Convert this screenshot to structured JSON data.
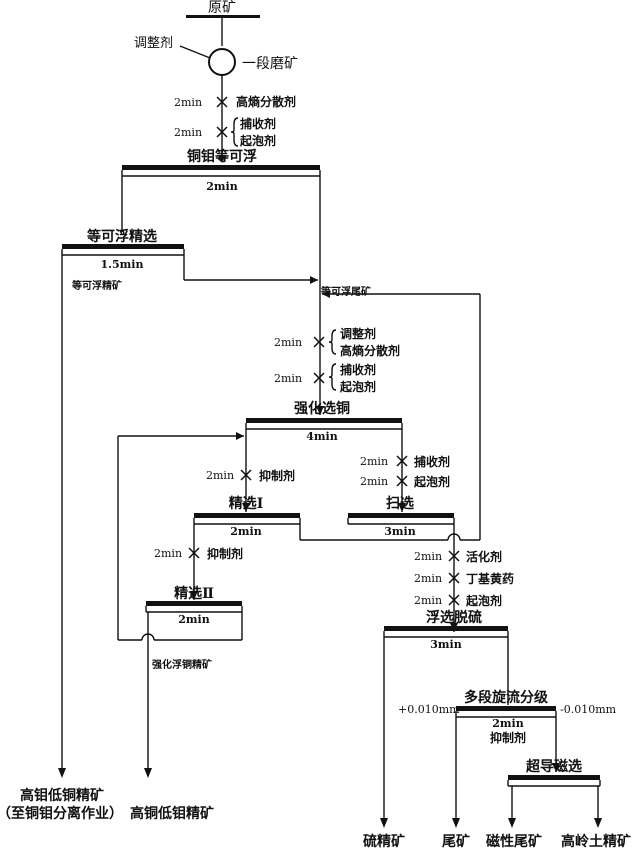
{
  "diagram": {
    "raw_ore": "原矿",
    "regulator": "调整剂",
    "grinding": "一段磨矿",
    "reagents_stage1": {
      "t1": "2min",
      "r1": "高熵分散剂",
      "t2": "2min",
      "r2": "捕收剂",
      "r3": "起泡剂"
    },
    "bulk_float": {
      "name": "铜钼等可浮",
      "time": "2min"
    },
    "bulk_clean": {
      "name": "等可浮精选",
      "time": "1.5min"
    },
    "bulk_conc": "等可浮精矿",
    "bulk_tail": "等可浮尾矿",
    "reagents_stage2": {
      "t1": "2min",
      "r1": "调整剂",
      "r2": "高熵分散剂",
      "t2": "2min",
      "r3": "捕收剂",
      "r4": "起泡剂"
    },
    "cu_rougher": {
      "name": "强化选铜",
      "time": "4min"
    },
    "cleaner1_reagent": {
      "t": "2min",
      "r": "抑制剂"
    },
    "scav_reagents": {
      "t1": "2min",
      "r1": "捕收剂",
      "t2": "2min",
      "r2": "起泡剂"
    },
    "cleaner1": {
      "name": "精选Ⅰ",
      "time": "2min"
    },
    "scavenger": {
      "name": "扫选",
      "time": "3min"
    },
    "cleaner2_reagent": {
      "t": "2min",
      "r": "抑制剂"
    },
    "cleaner2": {
      "name": "精选Ⅱ",
      "time": "2min"
    },
    "desulf_reagents": {
      "t1": "2min",
      "r1": "活化剂",
      "t2": "2min",
      "r2": "丁基黄药",
      "t3": "2min",
      "r3": "起泡剂"
    },
    "desulf": {
      "name": "浮选脱硫",
      "time": "3min"
    },
    "cu_conc_label": "强化浮铜精矿",
    "cyclone": {
      "name": "多段旋流分级",
      "time": "2min",
      "reagent": "抑制剂"
    },
    "coarse": "+0.010mm",
    "fine": "-0.010mm",
    "magsep": "超导磁选",
    "products": {
      "p1a": "高钼低铜精矿",
      "p1b": "（至铜钼分离作业）",
      "p2": "高铜低钼精矿",
      "p3": "硫精矿",
      "p4": "尾矿",
      "p5": "磁性尾矿",
      "p6": "高岭土精矿"
    }
  }
}
